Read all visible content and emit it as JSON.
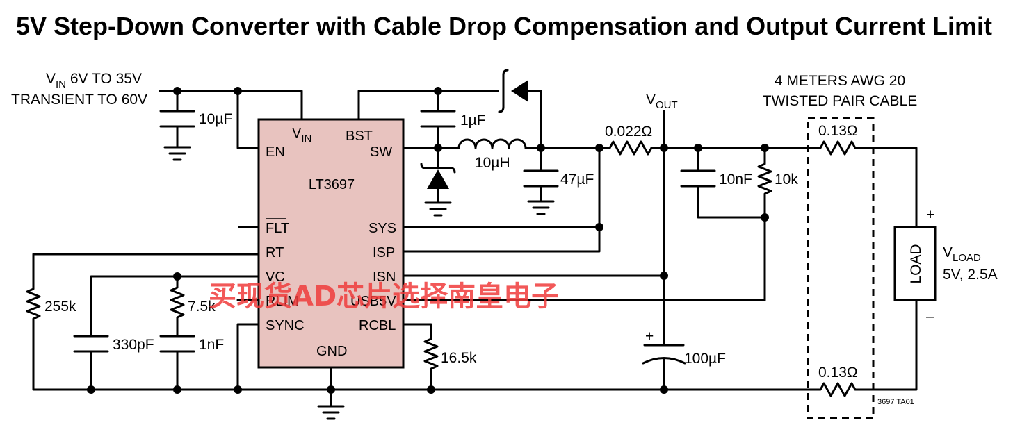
{
  "title": "5V Step-Down Converter with Cable Drop Compensation and Output Current Limit",
  "input": {
    "vin_main": "V",
    "vin_sub": "IN",
    "vin_range": " 6V TO 35V",
    "transient": "TRANSIENT TO 60V"
  },
  "ic": {
    "name": "LT3697",
    "pins": {
      "vin_main": "V",
      "vin_sub": "IN",
      "bst": "BST",
      "en": "EN",
      "sw": "SW",
      "flt": "FLT",
      "sys": "SYS",
      "rt": "RT",
      "isp": "ISP",
      "vc": "VC",
      "isn": "ISN",
      "rlim": "RLIM",
      "usb5v": "USB5V",
      "sync": "SYNC",
      "rcbl": "RCBL",
      "gnd": "GND"
    }
  },
  "components": {
    "cin": "10µF",
    "cbst": "1µF",
    "inductor": "10µH",
    "cout1": "47µF",
    "rsense": "0.022Ω",
    "c10nf": "10nF",
    "r10k": "10k",
    "r255k": "255k",
    "r7k5": "7.5k",
    "c330p": "330pF",
    "c1n": "1nF",
    "r16k5": "16.5k",
    "cout2": "100µF"
  },
  "output": {
    "vout_main": "V",
    "vout_sub": "OUT",
    "plus_sign": "+",
    "cable_line1": "4 METERS AWG 20",
    "cable_line2": "TWISTED PAIR CABLE",
    "cable_r_top": "0.13Ω",
    "cable_r_bot": "0.13Ω",
    "load_box": "LOAD",
    "load_plus": "+",
    "load_minus": "–",
    "vload_main": "V",
    "vload_sub": "LOAD",
    "vload_spec": "5V, 2.5A"
  },
  "figure_id": "3697 TA01",
  "watermark": "买现货AD芯片选择南皇电子"
}
